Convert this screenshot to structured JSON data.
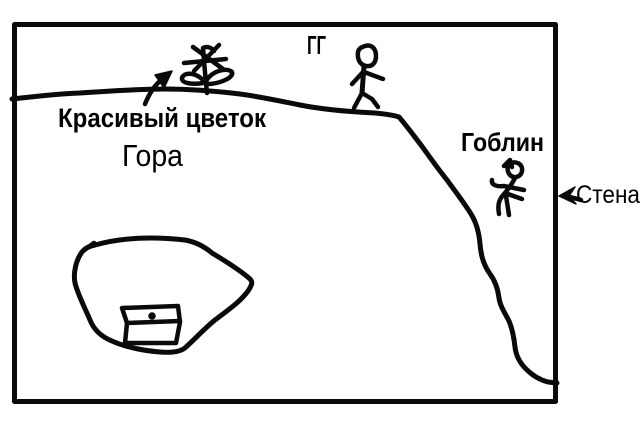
{
  "scene": {
    "description": "Hand-drawn black-ink sketch of a mountain scene with a hero, a goblin, a flower, a cave with a chest, and a wall",
    "labels": {
      "hero": "ГГ",
      "flower": "Красивый цветок",
      "mountain": "Гора",
      "goblin": "Гоблин",
      "wall": "Стена"
    },
    "icons": [
      {
        "name": "flower-sketch",
        "meaning": "beautiful flower on the mountain top"
      },
      {
        "name": "flower-arrow",
        "meaning": "curved arrow pointing at the flower"
      },
      {
        "name": "hero-stick-figure",
        "meaning": "main character (ГГ) walking on the ridge"
      },
      {
        "name": "goblin-stick-figure",
        "meaning": "goblin below the cliff"
      },
      {
        "name": "cave-blob",
        "meaning": "cave outline"
      },
      {
        "name": "chest-sketch",
        "meaning": "treasure chest inside the cave"
      },
      {
        "name": "wall-arrow",
        "meaning": "arrow pointing at the wall border"
      }
    ],
    "colors": {
      "ink": "#0a0a0a",
      "background": "#ffffff"
    }
  }
}
